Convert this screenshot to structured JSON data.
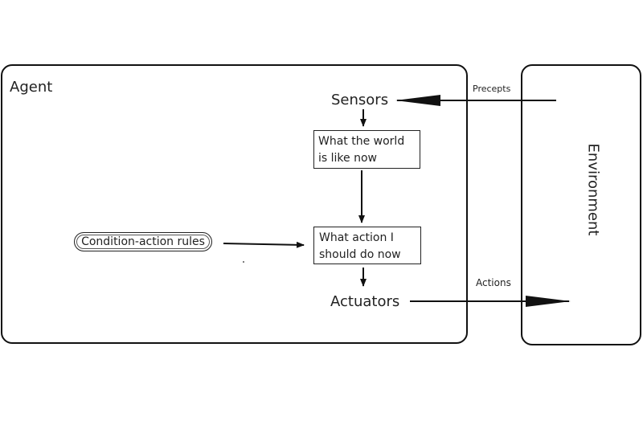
{
  "diagram": {
    "agent_label": "Agent",
    "environment_label": "Environment",
    "sensors_label": "Sensors",
    "actuators_label": "Actuators",
    "state_box_text": "What the world\nis like now",
    "action_box_text": "What action I\nshould do now",
    "rules_label": "Condition-action rules",
    "precepts_label": "Precepts",
    "actions_label": "Actions"
  }
}
